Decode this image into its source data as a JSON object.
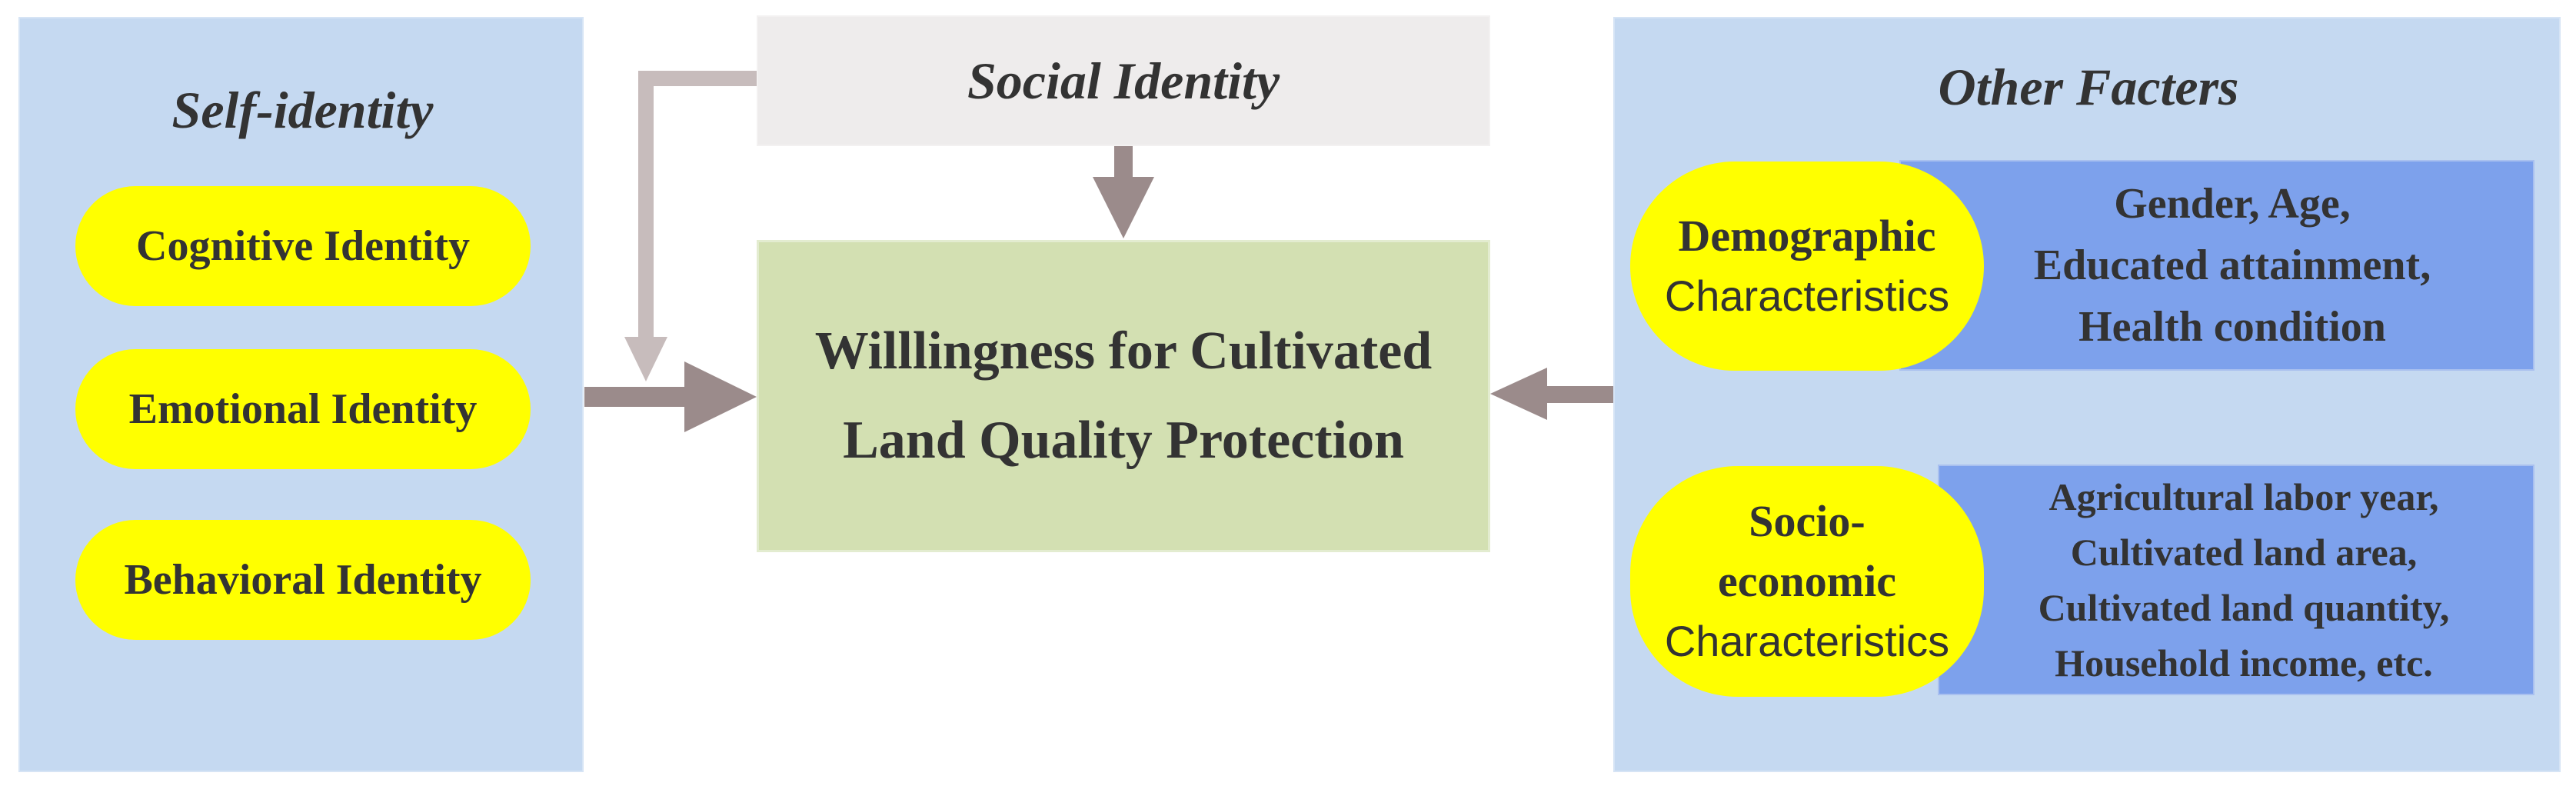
{
  "self_identity": {
    "title": "Self-identity",
    "items": [
      "Cognitive Identity",
      "Emotional Identity",
      "Behavioral Identity"
    ]
  },
  "social_identity": {
    "title": "Social Identity"
  },
  "outcome": {
    "line1": "Willlingness for Cultivated",
    "line2": "Land Quality Protection"
  },
  "other_factors": {
    "title": "Other Facters",
    "demographic": {
      "label_bold": "Demographic",
      "label_regular": "Characteristics",
      "details": [
        "Gender, Age,",
        "Educated attainment,",
        "Health condition"
      ]
    },
    "socioeconomic": {
      "label_bold_1": "Socio-",
      "label_bold_2": "economic",
      "label_regular": "Characteristics",
      "details": [
        "Agricultural labor year,",
        "Cultivated land area,",
        "Cultivated land quantity,",
        "Household income, etc."
      ]
    }
  },
  "colors": {
    "panel_blue": "#c5d9f1",
    "pill_yellow": "#ffff00",
    "detail_blue": "#7da1ec",
    "outcome_green": "#d3e0b2",
    "social_grey": "#eeecec",
    "arrow_dark": "#9b8b8b",
    "arrow_light": "#c7bcbc"
  }
}
